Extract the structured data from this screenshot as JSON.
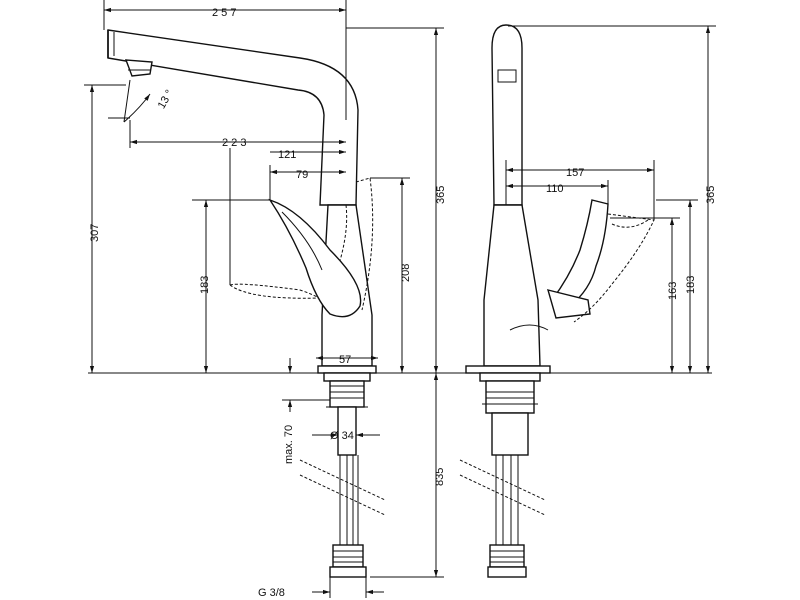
{
  "dimensions_left": {
    "spout_reach": "2 5 7",
    "angle": "13 °",
    "reach_223": "2 2 3",
    "reach_121": "121",
    "reach_79": "79",
    "height_307": "307",
    "handle_183": "183",
    "handle_208": "208",
    "total_365": "365",
    "base_57": "57",
    "max_70": "max. 70",
    "diameter_34": "Ø 34",
    "hose_835": "835",
    "thread": "G 3/8"
  },
  "dimensions_right": {
    "reach_157": "157",
    "reach_110": "110",
    "handle_163": "163",
    "handle_183": "183",
    "total_365": "365"
  }
}
